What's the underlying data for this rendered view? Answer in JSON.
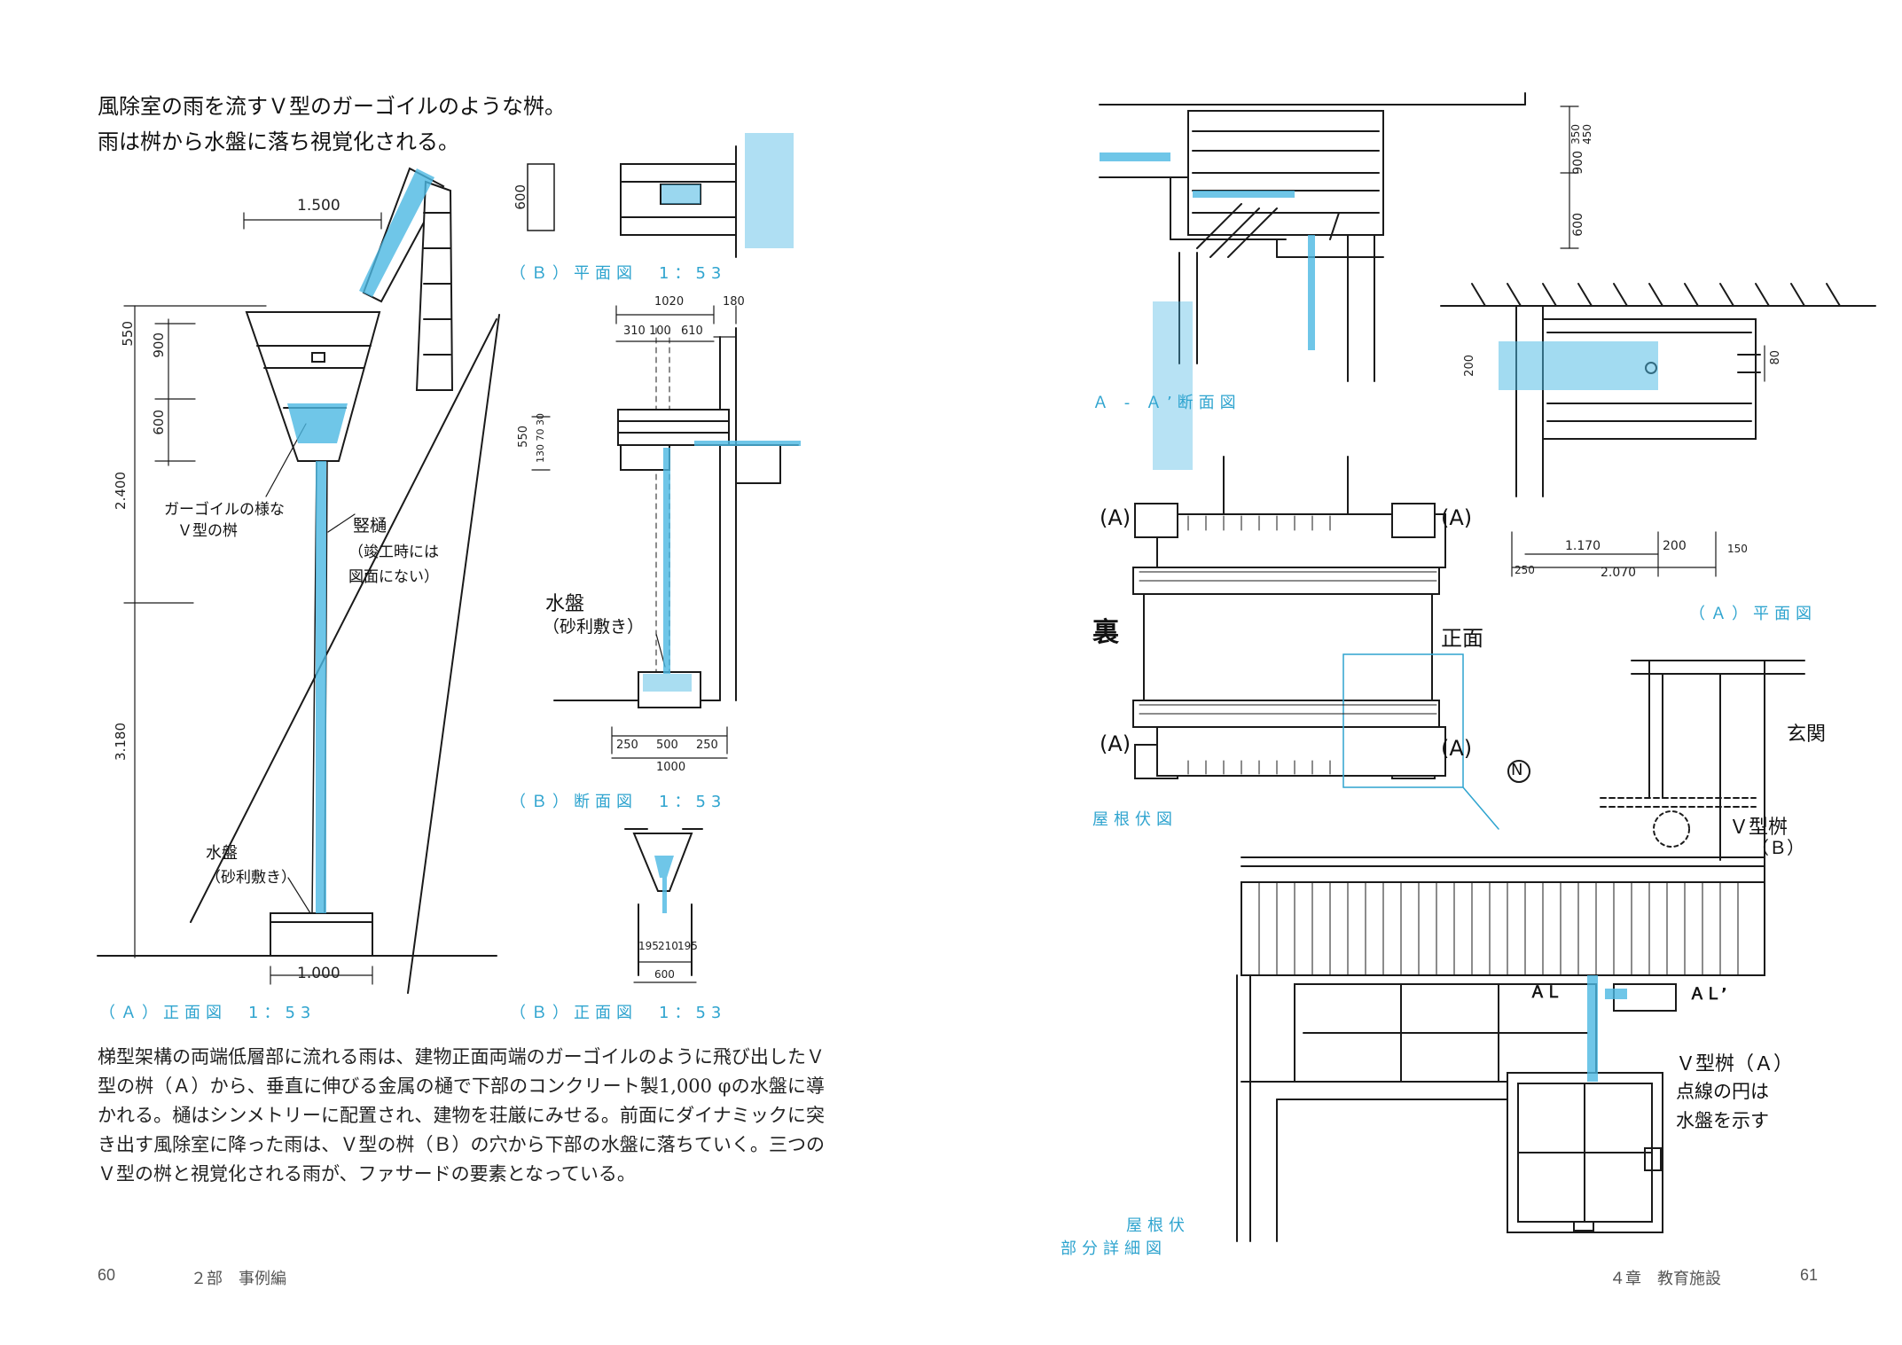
{
  "left_page": {
    "note_line1": "風除室の雨を流すＶ型のガーゴイルのような桝。",
    "note_line2": "雨は桝から水盤に落ち視覚化される。",
    "elevation_labels": {
      "gargoyle_label_1": "ガーゴイルの様な",
      "gargoyle_label_2": "Ｖ型の桝",
      "downpipe_label_1": "竪樋",
      "downpipe_label_2": "（竣工時には",
      "downpipe_label_3": "図面にない）",
      "basin_label_1": "水盤",
      "basin_label_2": "（砂利敷き）"
    },
    "section_labels": {
      "basin_label_1": "水盤",
      "basin_label_2": "（砂利敷き）"
    },
    "dims": {
      "d1500": "1.500",
      "d550": "550",
      "d900": "900",
      "d600": "600",
      "d2400": "2.400",
      "d3180": "3.180",
      "d1000": "1.000",
      "b_plan_600": "600",
      "b_sec_1020": "1020",
      "b_sec_180": "180",
      "b_sec_310": "310",
      "b_sec_100": "100",
      "b_sec_610": "610",
      "b_sec_550": "550",
      "b_sec_small": "130 70 30",
      "b_sec_250a": "250",
      "b_sec_500": "500",
      "b_sec_250b": "250",
      "b_sec_1000": "1000",
      "b_front_195a": "195",
      "b_front_210": "210",
      "b_front_195b": "195",
      "b_front_600": "600"
    },
    "captions": {
      "b_plan": "（Ｂ）平面図　1：53",
      "b_section": "（Ｂ）断面図　1：53",
      "a_front": "（Ａ）正面図　1：53",
      "b_front": "（Ｂ）正面図　1：53"
    },
    "body_text": "梯型架構の両端低層部に流れる雨は、建物正面両端のガーゴイルのように飛び出したＶ型の桝（Ａ）から、垂直に伸びる金属の樋で下部のコンクリート製1,000 φの水盤に導かれる。樋はシンメトリーに配置され、建物を荘厳にみせる。前面にダイナミックに突き出す風除室に降った雨は、Ｖ型の桝（Ｂ）の穴から下部の水盤に落ちていく。三つのＶ型の桝と視覚化される雨が、ファサードの要素となっている。",
    "page_number": "60",
    "running_head": "２部　事例編"
  },
  "right_page": {
    "captions": {
      "aa_section": "Ａ - Ａ’断面図",
      "a_plan": "（Ａ）平面図",
      "roof_plan": "屋根伏図",
      "roof_detail_1": "屋根伏",
      "roof_detail_2": "部分詳細図"
    },
    "dims": {
      "d350": "350",
      "d450": "450",
      "d900": "900",
      "d600": "600",
      "d200": "200",
      "d80": "80",
      "d1170": "1.170",
      "d200b": "200",
      "d150": "150",
      "d250": "250",
      "d2070": "2.070"
    },
    "roof_plan_labels": {
      "a_tl": "(A)",
      "a_tr": "(A)",
      "a_bl": "(A)",
      "a_br": "(A)",
      "back": "裏",
      "front": "正面",
      "north": "N"
    },
    "detail_labels": {
      "entrance": "玄関",
      "v_box_b_1": "Ｖ型桝",
      "v_box_b_2": "（Ｂ）",
      "section_mark_left": "ＡＬ",
      "section_mark_right": "ＡＬ’",
      "v_box_a_1": "Ｖ型桝（Ａ）",
      "v_box_a_2": "点線の円は",
      "v_box_a_3": "水盤を示す"
    },
    "page_number": "61",
    "running_head": "４章　教育施設"
  },
  "colors": {
    "accent_blue": "#2fa4cf",
    "water_blue": "#4bb8e3",
    "ink": "#111111"
  }
}
